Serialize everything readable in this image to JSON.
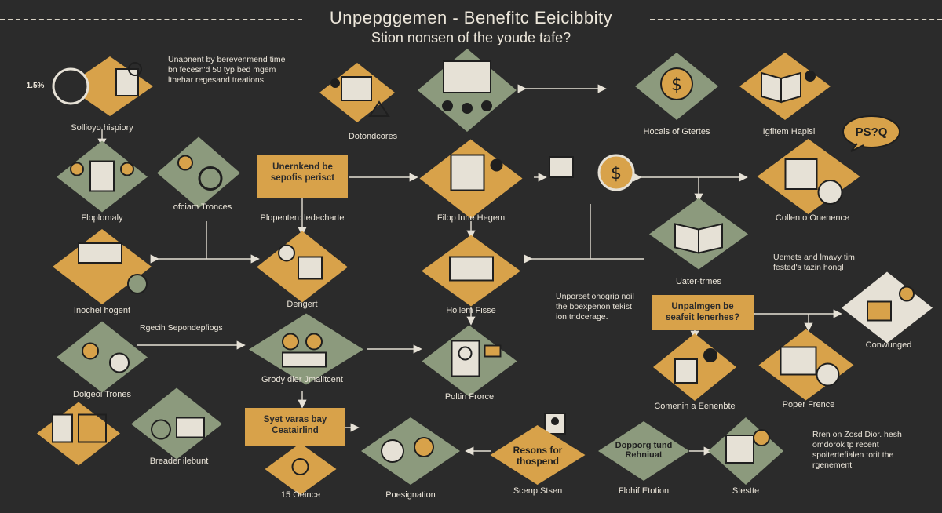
{
  "header": {
    "title": "Unpepggemen - Benefitc Eeicibbity",
    "subtitle": "Stion nonsen of the youde tafe?"
  },
  "notes": {
    "top_left": "Unapnent by berevenmend time bn fecesn'd 50 typ bed mgem lthehar regesand treations.",
    "mid_right": "Uemets and lmavy tim fested's tazin hongl",
    "mid_center": "Unporset ohogrip noil the boexpenon tekist ion tndcerage.",
    "mid_left": "Rgecih Sepondepfiogs",
    "bottom_right": "Rren on Zosd Dior. hesh omdorok tp recent spoitertefialen torit the rgenement"
  },
  "badges": {
    "percent": "1.5%",
    "ps": "PS?Q"
  },
  "boxes": {
    "b1": "Unernkend be sepofis perisct",
    "b2": "Unpalmgen be seafeit lenerhes?",
    "b3": "Syet varas bay Ceatairlind",
    "b4": "Resons for thospend",
    "b5": "Dopporg tund Rehniuat"
  },
  "labels": {
    "l1": "Sollioyo hispiory",
    "l2": "Dotondcores",
    "l3": "Hocals of Gtertes",
    "l4": "Igfitem Hapisi",
    "l5": "Floplomaly",
    "l6": "ofciam Tronces",
    "l7": "Plopenten: ledecharte",
    "l8": "Filop lnne Hegem",
    "l9": "Collen o Onenence",
    "l10": "Inochel hogent",
    "l11": "Dengert",
    "l12": "Hollem Fisse",
    "l13": "Uater-trmes",
    "l14": "Conwunged",
    "l15": "Dolgeoi Trones",
    "l16": "Grody dler Jmalitcent",
    "l17": "Poltin Frorce",
    "l18": "Comenin a Eenenbte",
    "l19": "Poper Frence",
    "l20": "Breader ilebunt",
    "l21": "15 Oeince",
    "l22": "Poesignation",
    "l23": "Scenp Stsen",
    "l24": "Flohif Etotion",
    "l25": "Stestte"
  },
  "colors": {
    "bg": "#2b2b2b",
    "gold": "#d8a24a",
    "sage": "#8c9a7d",
    "ink": "#1f1f1f",
    "line": "#e6e1d6"
  }
}
